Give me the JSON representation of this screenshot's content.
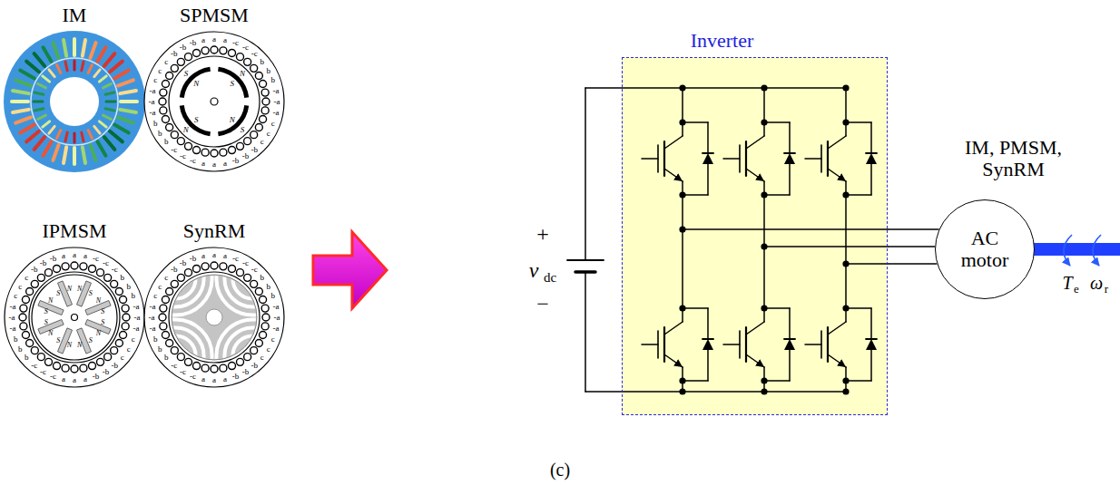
{
  "diagram": {
    "caption": "(c)",
    "nodes": [
      {
        "text": [
          "IM"
        ]
      },
      {
        "text": [
          "SPMSM"
        ]
      },
      {
        "text": [
          "IPMSM"
        ]
      },
      {
        "text": [
          "SynRM"
        ]
      },
      {
        "text": [
          "Inverter"
        ]
      },
      {
        "text": [
          "IM, PMSM, SynRM",
          "AC motor"
        ]
      }
    ],
    "edges": [
      {
        "from": 4,
        "to": 5,
        "arrow": "none"
      },
      {
        "from": 4,
        "to": 5,
        "arrow": "none"
      },
      {
        "from": 4,
        "to": 5,
        "arrow": "none"
      }
    ],
    "labels": [
      "a",
      "a",
      "a",
      "-c",
      "-c",
      "-c",
      "b",
      "b",
      "b",
      "-a",
      "-a",
      "-a",
      "c",
      "c",
      "c",
      "-b",
      "-b",
      "-b",
      "a",
      "a",
      "a",
      "-c",
      "-c",
      "-c",
      "b",
      "b",
      "b",
      "-a",
      "-a",
      "-a",
      "c",
      "c",
      "c",
      "-b",
      "-b",
      "-b",
      "S",
      "N",
      "N",
      "S",
      "S",
      "N",
      "N",
      "S",
      "a",
      "a",
      "a",
      "-c",
      "-c",
      "-c",
      "b",
      "b",
      "b",
      "-a",
      "-a",
      "-a",
      "c",
      "c",
      "c",
      "-b",
      "-b",
      "-b",
      "a",
      "a",
      "a",
      "-c",
      "-c",
      "-c",
      "b",
      "b",
      "b",
      "-a",
      "-a",
      "-a",
      "c",
      "c",
      "c",
      "-b",
      "-b",
      "-b",
      "N",
      "S",
      "N",
      "S",
      "S",
      "N",
      "S",
      "N",
      "N",
      "S",
      "N",
      "S",
      "S",
      "N",
      "S",
      "N",
      "a",
      "a",
      "a",
      "-c",
      "-c",
      "-c",
      "b",
      "b",
      "b",
      "-a",
      "-a",
      "-a",
      "c",
      "c",
      "c",
      "-b",
      "-b",
      "-b",
      "a",
      "a",
      "a",
      "-c",
      "-c",
      "-c",
      "b",
      "b",
      "b",
      "-a",
      "-a",
      "-a",
      "c",
      "c",
      "c",
      "-b",
      "-b",
      "-b",
      "+",
      "v",
      "dc",
      "−",
      "T",
      "e",
      "ω",
      "r"
    ]
  }
}
